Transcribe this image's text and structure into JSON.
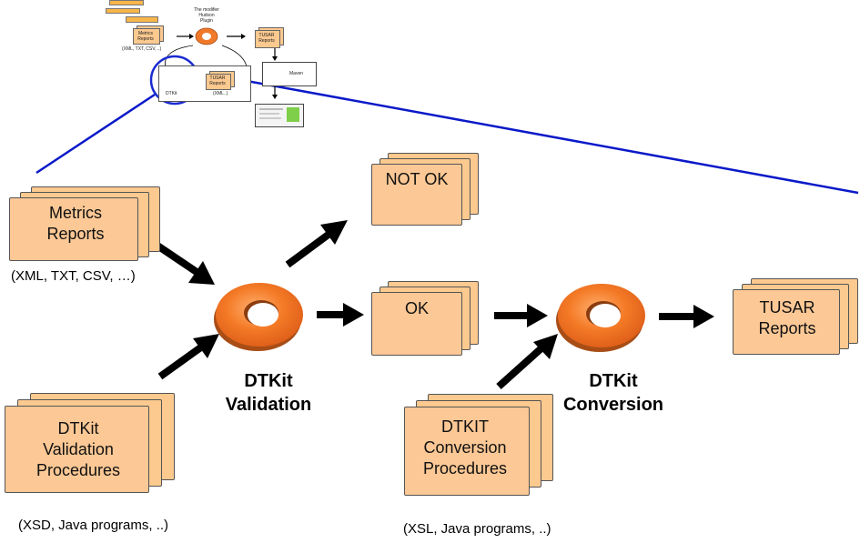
{
  "nodes": {
    "metrics_reports": {
      "label": "Metrics\nReports",
      "caption": "(XML, TXT, CSV, …)"
    },
    "validation_procedures": {
      "label": "DTKit\nValidation\nProcedures",
      "caption": "(XSD, Java programs, ..)"
    },
    "not_ok": {
      "label": "NOT OK"
    },
    "ok": {
      "label": "OK"
    },
    "conversion_procedures": {
      "label": "DTKIT\nConversion\nProcedures",
      "caption": "(XSL, Java programs, ..)"
    },
    "tusar_reports": {
      "label": "TUSAR\nReports"
    },
    "validation_step": {
      "label": "DTKit\nValidation"
    },
    "conversion_step": {
      "label": "DTKit\nConversion"
    }
  },
  "thumbnail": {
    "plugin_label": "The modifier\nHudson\nPlugin",
    "metrics_label": "Metrics\nReports",
    "metrics_caption": "(XML, TXT, CSV, ..)",
    "tusar_label": "TUSAR\nReports",
    "dtkit_label": "DTKit",
    "tusar_small_label": "TUSAR\nReports",
    "small_caption": "(XML..)",
    "maven_label": "Maven"
  },
  "colors": {
    "document_fill": "#fcc98f",
    "ring_orange": "#f07a2a",
    "ring_dark": "#b8561c",
    "arrow": "#000000",
    "zoom_line": "#0a19c8"
  }
}
